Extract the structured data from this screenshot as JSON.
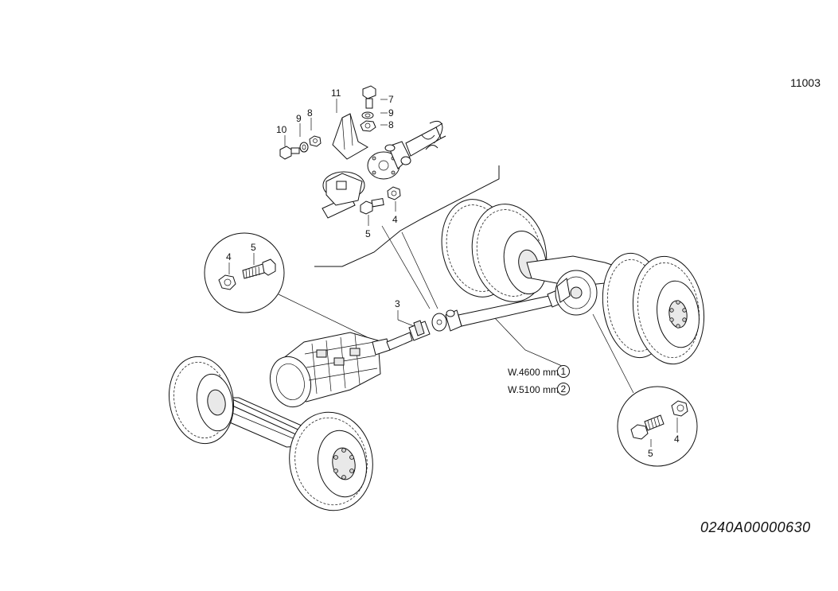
{
  "figure_code": "11003",
  "drawing_number": "0240A00000630",
  "callouts": {
    "c1": "11",
    "c2": "7",
    "c3": "9",
    "c4": "8",
    "c5": "10",
    "c6": "9",
    "c7": "8",
    "c8": "5",
    "c9": "4",
    "c10": "4",
    "c11": "5",
    "c12": "3",
    "c13": "5",
    "c14": "4"
  },
  "variants": [
    {
      "text": "W.4600 mm",
      "num": "1"
    },
    {
      "text": "W.5100 mm",
      "num": "2"
    }
  ]
}
